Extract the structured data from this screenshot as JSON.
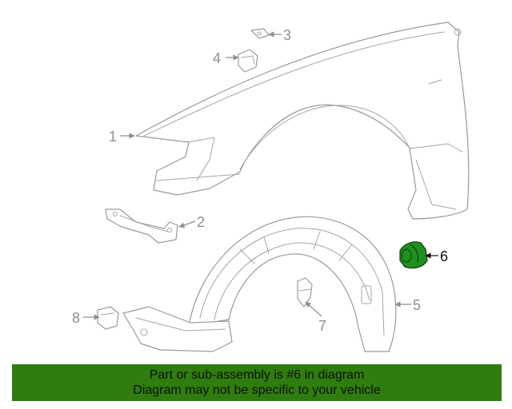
{
  "callouts": {
    "c1": "1",
    "c2": "2",
    "c3": "3",
    "c4": "4",
    "c5": "5",
    "c6": "6",
    "c7": "7",
    "c8": "8"
  },
  "highlighted_part": "6",
  "colors": {
    "banner_bg": "#2e7d0e",
    "highlight": "#1f8f1f",
    "linework": "#9a9a9a"
  },
  "banner": {
    "line1": "Part or sub-assembly is #6 in diagram",
    "line2": "Diagram may not be specific to your vehicle"
  }
}
